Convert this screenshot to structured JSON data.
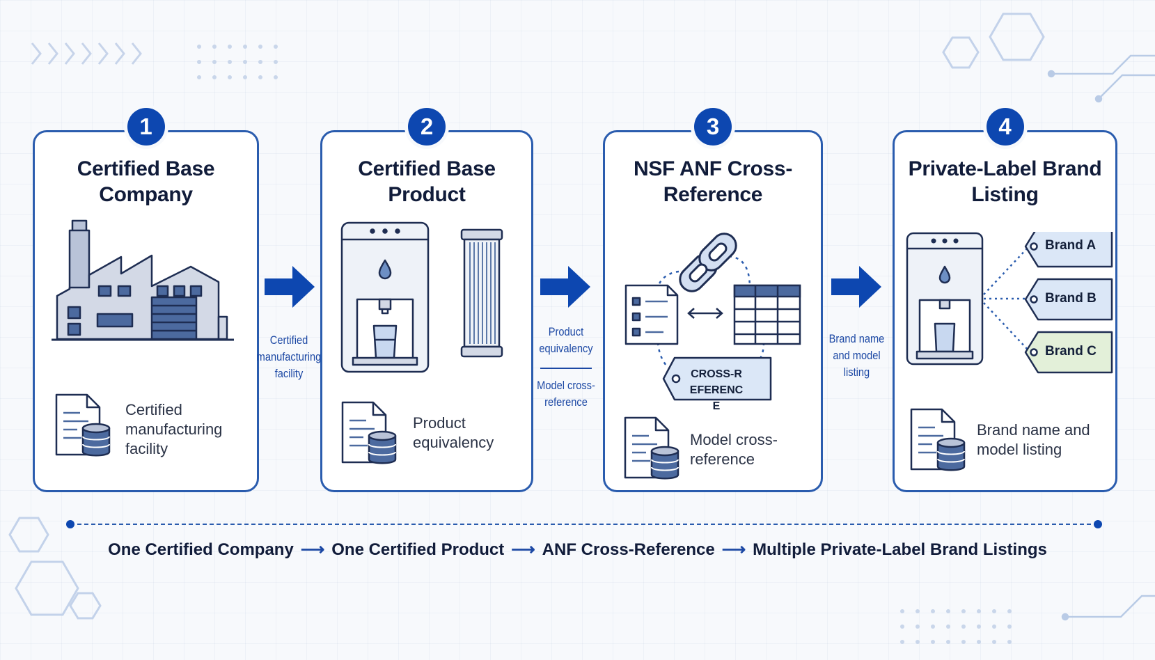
{
  "steps": [
    {
      "number": "1",
      "title": "Certified Base Company",
      "doc_caption": "Certified manufacturing facility"
    },
    {
      "number": "2",
      "title": "Certified Base Product",
      "doc_caption": "Product equivalency"
    },
    {
      "number": "3",
      "title": "NSF ANF Cross-Reference",
      "doc_caption": "Model cross-reference",
      "tag_label": "CROSS-REFERENCE"
    },
    {
      "number": "4",
      "title": "Private-Label Brand Listing",
      "doc_caption": "Brand name and model listing",
      "brands": [
        "Brand A",
        "Brand B",
        "Brand C"
      ]
    }
  ],
  "connectors": [
    {
      "label": "Certified manufacturing facility"
    },
    {
      "label_top": "Product equivalency",
      "label_bottom": "Model cross-reference"
    },
    {
      "label": "Brand name and model listing"
    }
  ],
  "summary": {
    "parts": [
      "One Certified Company",
      "One Certified Product",
      "ANF Cross-Reference",
      "Multiple Private-Label Brand Listings"
    ],
    "separator": "⟶"
  },
  "colors": {
    "primary": "#0d47b0",
    "card_border": "#2a5cae",
    "brand_c_fill": "#e3f0d9",
    "tag_fill": "#dbe7f7"
  }
}
